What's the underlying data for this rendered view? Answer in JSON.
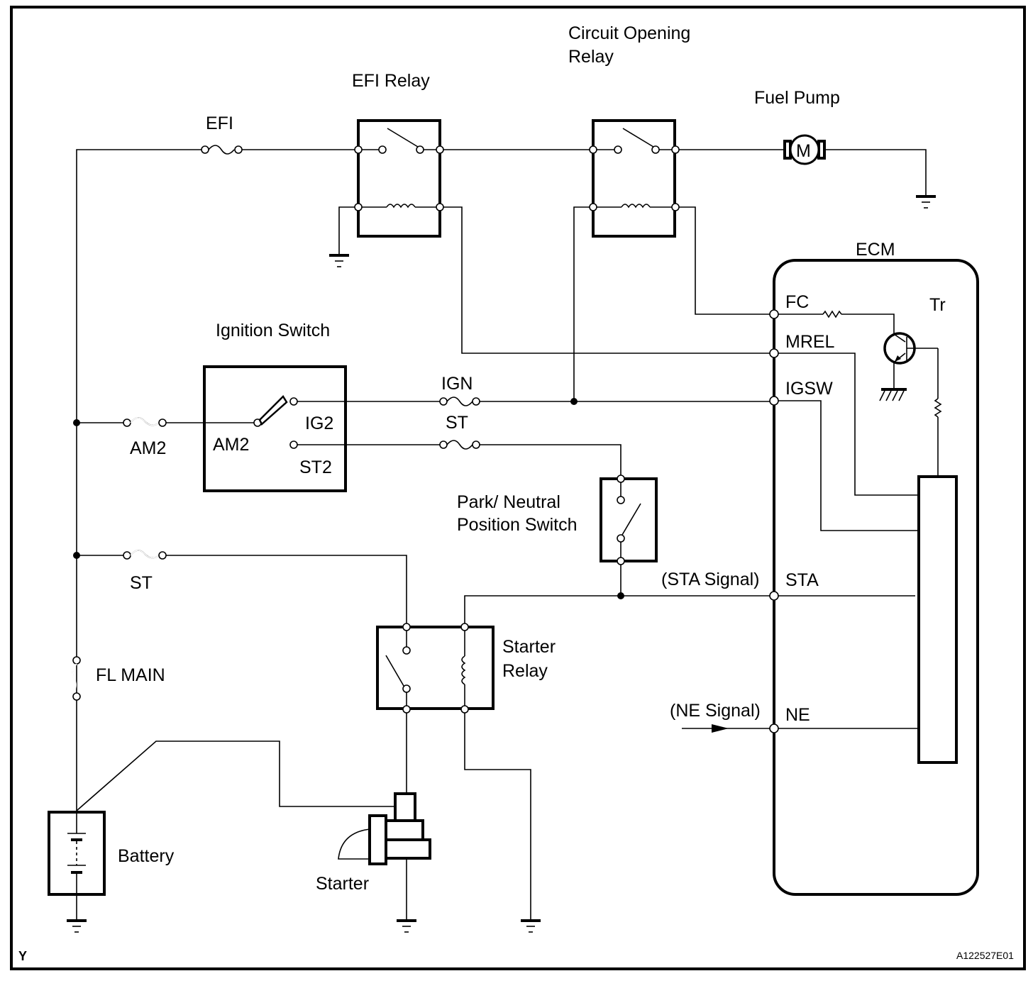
{
  "diagram": {
    "corner_mark": "Y",
    "figure_id": "A122527E01",
    "components": {
      "efi_fuse": "EFI",
      "efi_relay": "EFI Relay",
      "circuit_opening_relay_line1": "Circuit Opening",
      "circuit_opening_relay_line2": "Relay",
      "fuel_pump": "Fuel Pump",
      "motor_symbol": "M",
      "ecm": "ECM",
      "ignition_switch": "Ignition Switch",
      "am2_fuse": "AM2",
      "ign_fuse": "IGN",
      "st_fuse_upper": "ST",
      "st_fuse_lower": "ST",
      "park_neutral_line1": "Park/ Neutral",
      "park_neutral_line2": "Position Switch",
      "starter_relay_line1": "Starter",
      "starter_relay_line2": "Relay",
      "fl_main": "FL MAIN",
      "battery": "Battery",
      "starter": "Starter",
      "transistor": "Tr"
    },
    "ignition_switch_terminals": {
      "input": "AM2",
      "ig2": "IG2",
      "st2": "ST2"
    },
    "ecm_terminals": [
      "FC",
      "MREL",
      "IGSW",
      "STA",
      "NE"
    ],
    "signals": {
      "sta": "(STA Signal)",
      "ne": "(NE Signal)"
    }
  }
}
